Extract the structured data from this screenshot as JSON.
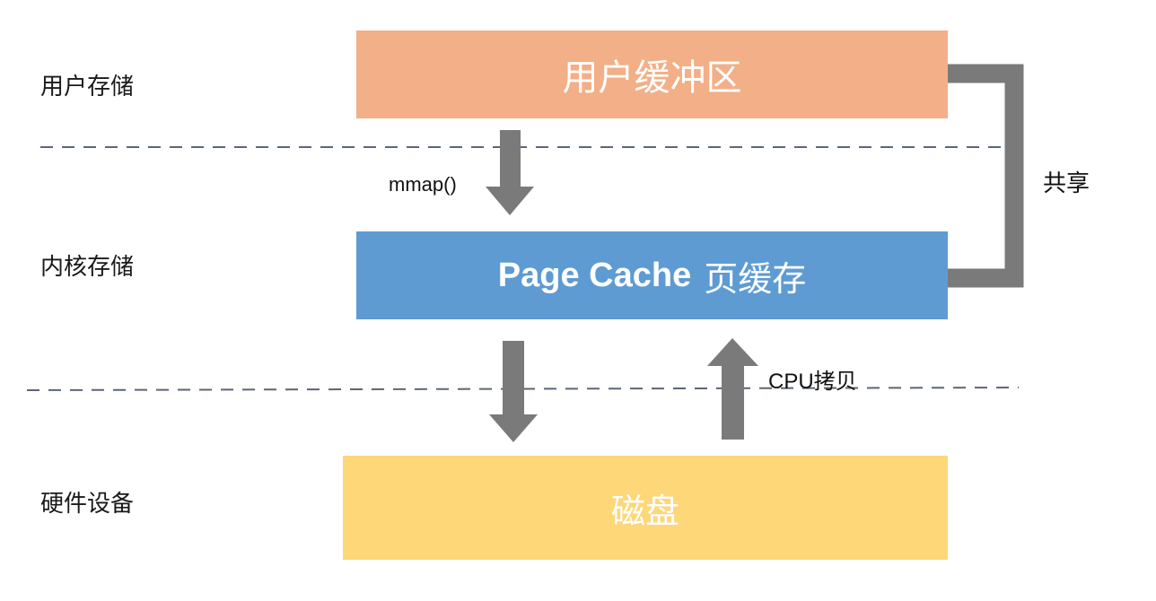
{
  "colors": {
    "user_buffer": "#F3AF87",
    "page_cache": "#5E9BD3",
    "disk": "#FDD778",
    "arrow": "#7A7A7A",
    "divider": "#5B6677"
  },
  "layers": {
    "user_storage": "用户存储",
    "kernel_storage": "内核存储",
    "hardware_device": "硬件设备"
  },
  "boxes": {
    "user_buffer": "用户缓冲区",
    "page_cache_en": "Page Cache",
    "page_cache_zh": "页缓存",
    "disk": "磁盘"
  },
  "annotations": {
    "mmap": "mmap()",
    "cpu_copy": "CPU拷贝",
    "share": "共享"
  }
}
